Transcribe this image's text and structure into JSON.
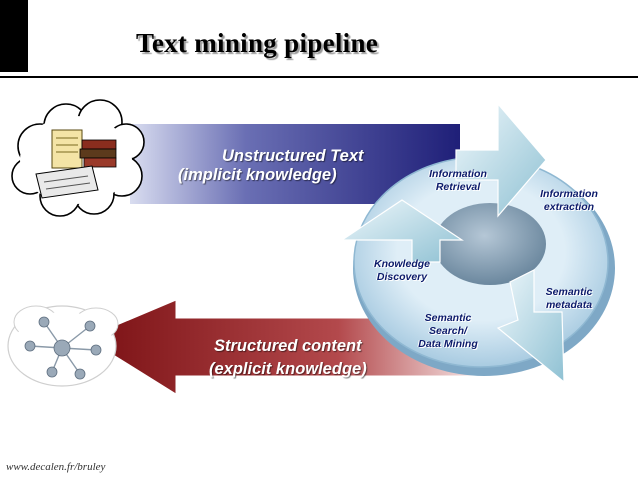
{
  "title": "Text mining pipeline",
  "top_arrow": {
    "line1": "Unstructured Text",
    "line2": "(implicit knowledge)"
  },
  "bottom_arrow": {
    "line1": "Structured content",
    "line2": "(explicit knowledge)"
  },
  "cycle_stages": [
    {
      "line1": "Information",
      "line2": "Retrieval",
      "line3": ""
    },
    {
      "line1": "Information",
      "line2": "extraction",
      "line3": ""
    },
    {
      "line1": "Semantic",
      "line2": "metadata",
      "line3": ""
    },
    {
      "line1": "Semantic",
      "line2": "Search/",
      "line3": "Data Mining"
    },
    {
      "line1": "Knowledge",
      "line2": "Discovery",
      "line3": ""
    }
  ],
  "watermark": "www.decalen.fr/bruley",
  "colors": {
    "top_arrow": "#37357f",
    "bottom_arrow": "#8f1f22",
    "cycle_ring": "#b7d6ea",
    "cycle_core": "#7f9bb1",
    "cycle_arrows": "#b9dbe6",
    "stage_text": "#0b1a6a"
  },
  "icons": [
    "documents-cloud-icon",
    "network-graph-cloud-icon"
  ]
}
